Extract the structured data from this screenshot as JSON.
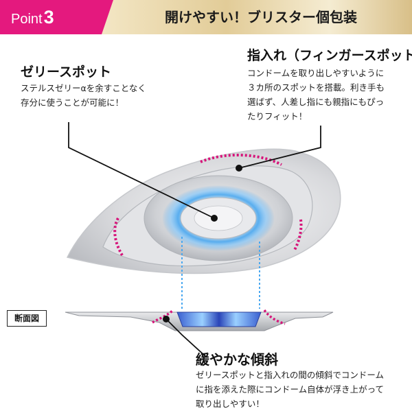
{
  "banner": {
    "point_word": "Point",
    "point_number": "3",
    "title": "開けやすい！ブリスター個包装"
  },
  "jelly_spot": {
    "heading": "ゼリースポット",
    "lines": [
      "ステルスゼリーαを余すことなく",
      "存分に使うことが可能に！"
    ]
  },
  "finger_spot": {
    "heading": "指入れ（フィンガースポット）",
    "lines": [
      "コンドームを取り出しやすいように",
      "３カ所のスポットを搭載。利き手も",
      "選ばず、人差し指にも親指にもぴっ",
      "たりフィット！"
    ]
  },
  "cross_section": {
    "label": "断面図"
  },
  "gentle_slope": {
    "heading": "緩やかな傾斜",
    "lines": [
      "ゼリースポットと指入れの間の傾斜でコンドーム",
      "に指を添えた際にコンドーム自体が浮き上がって",
      "取り出しやすい！"
    ]
  },
  "colors": {
    "accent_pink": "#e4197e",
    "banner_gold": "#d9c089",
    "glow_blue": "#4aa8f0",
    "dotted_magenta": "#d6157a"
  }
}
